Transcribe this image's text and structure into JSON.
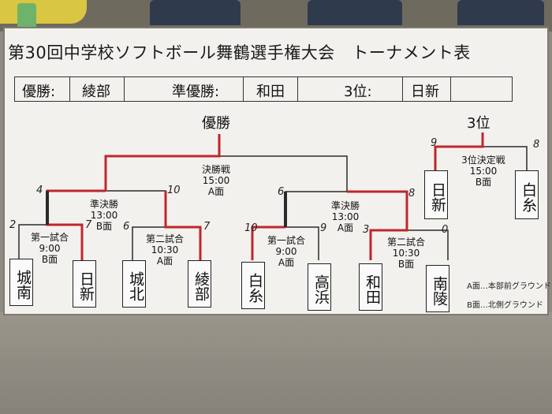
{
  "title": "第30回中学校ソフトボール舞鶴選手権大会　トーナメント表",
  "results": {
    "champion_label": "優勝:",
    "champion": "綾部",
    "runner_label": "準優勝:",
    "runner": "和田",
    "third_label": "3位:",
    "third": "日新"
  },
  "final": {
    "heading": "優勝",
    "name": "決勝戦",
    "time": "15:00",
    "court": "A面"
  },
  "third_place": {
    "heading": "3位",
    "name": "3位決定戦",
    "time": "15:00",
    "court": "B面",
    "team_left": "日新",
    "team_right": "白糸",
    "score_left": "9",
    "score_right": "8"
  },
  "semi_left": {
    "name": "準決勝",
    "time": "13:00",
    "court": "B面",
    "score_left": "4",
    "score_right": "10"
  },
  "semi_right": {
    "name": "準決勝",
    "time": "13:00",
    "court": "A面",
    "score_left": "6",
    "score_right": "8"
  },
  "matches": [
    {
      "name": "第一試合",
      "time": "9:00",
      "court": "B面",
      "team_left": "城南",
      "team_right": "日新",
      "score_left": "2",
      "score_right": "7"
    },
    {
      "name": "第二試合",
      "time": "10:30",
      "court": "A面",
      "team_left": "城北",
      "team_right": "綾部",
      "score_left": "6",
      "score_right": "7"
    },
    {
      "name": "第一試合",
      "time": "9:00",
      "court": "A面",
      "team_left": "白糸",
      "team_right": "高浜",
      "score_left": "10",
      "score_right": "9"
    },
    {
      "name": "第二試合",
      "time": "10:30",
      "court": "B面",
      "team_left": "和田",
      "team_right": "南陵",
      "score_left": "3",
      "score_right": "0"
    }
  ],
  "legend": {
    "a": "A面…本部前グラウンド",
    "b": "B面…北側グラウンド"
  },
  "colors": {
    "winner_line": "#c0262b",
    "line": "#2a2a2a",
    "board": "#f2f1ee"
  }
}
